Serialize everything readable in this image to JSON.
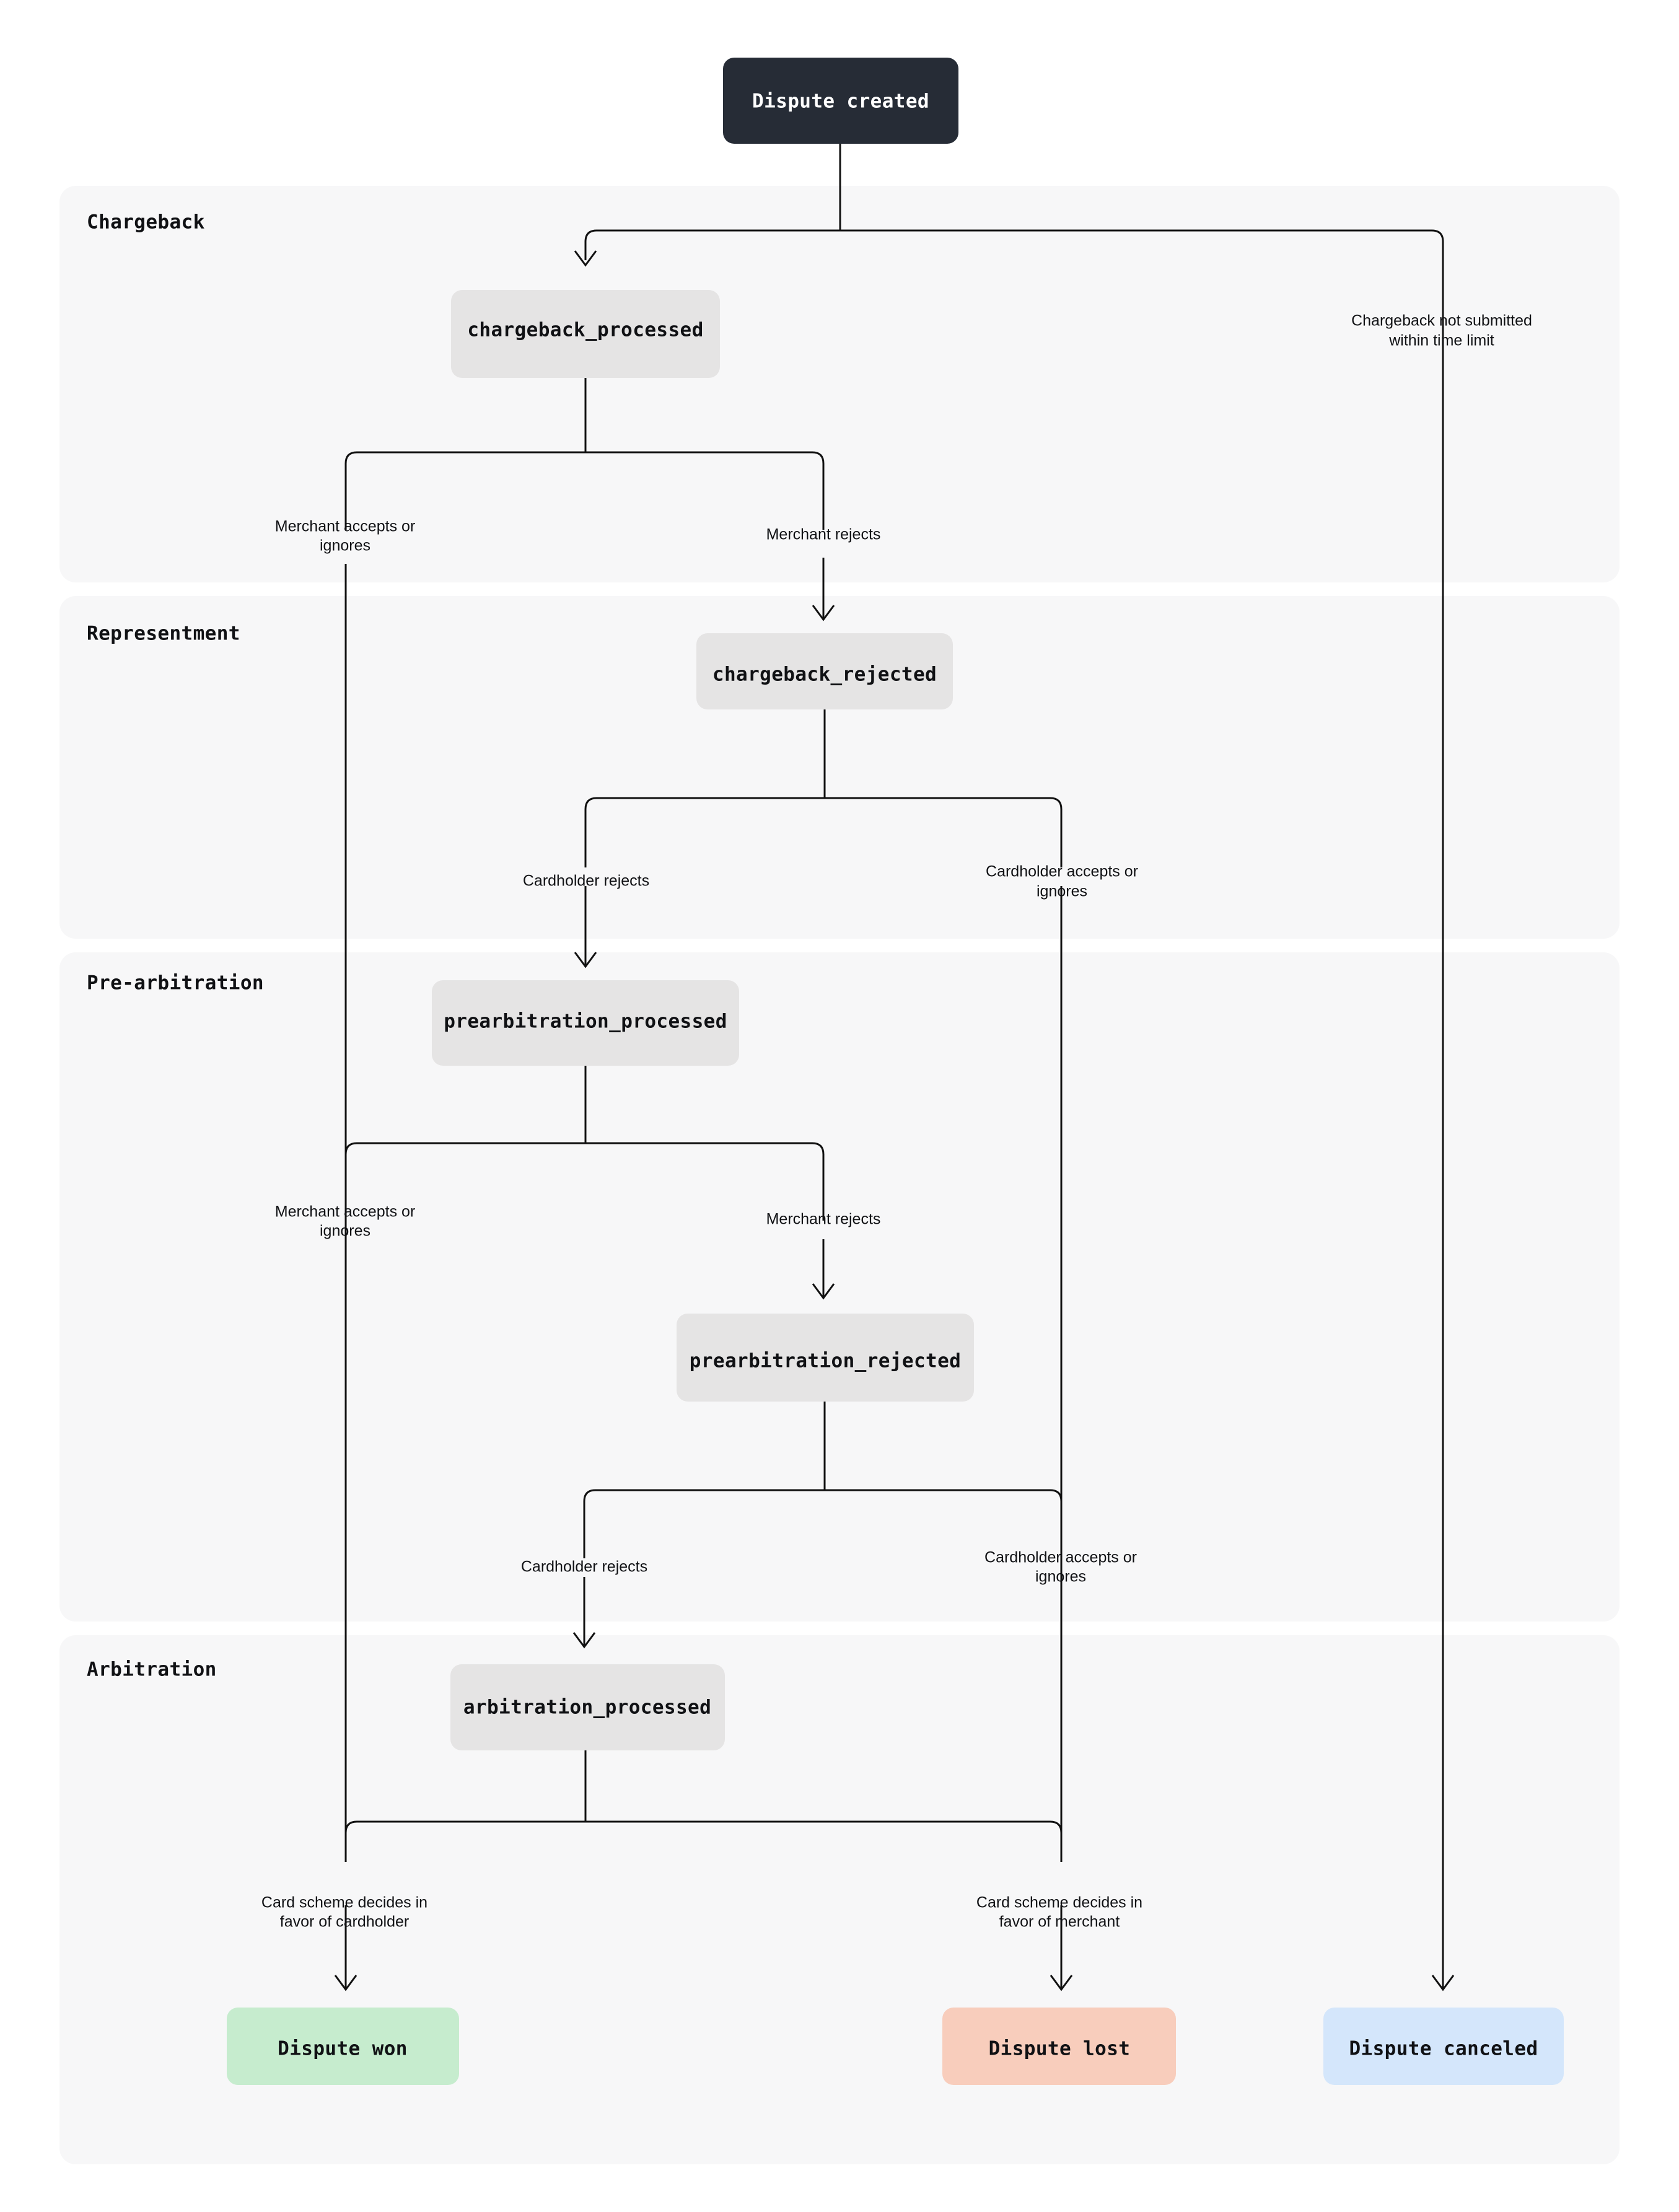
{
  "diagram": {
    "title_node": {
      "label": "Dispute created",
      "color": "#262c36",
      "text_color": "#ffffff"
    },
    "sections": [
      {
        "id": "chargeback",
        "label": "Chargeback"
      },
      {
        "id": "representment",
        "label": "Representment"
      },
      {
        "id": "prearbitration",
        "label": "Pre-arbitration"
      },
      {
        "id": "arbitration",
        "label": "Arbitration"
      }
    ],
    "nodes": [
      {
        "id": "chargeback_processed",
        "label": "chargeback_processed",
        "color": "#e5e4e4"
      },
      {
        "id": "chargeback_rejected",
        "label": "chargeback_rejected",
        "color": "#e5e4e4"
      },
      {
        "id": "prearbitration_processed",
        "label": "prearbitration_processed",
        "color": "#e5e4e4"
      },
      {
        "id": "prearbitration_rejected",
        "label": "prearbitration_rejected",
        "color": "#e5e4e4"
      },
      {
        "id": "arbitration_processed",
        "label": "arbitration_processed",
        "color": "#e5e4e4"
      }
    ],
    "outcomes": [
      {
        "id": "dispute_won",
        "label": "Dispute won",
        "color": "#c6ecce"
      },
      {
        "id": "dispute_lost",
        "label": "Dispute lost",
        "color": "#f8cdbc"
      },
      {
        "id": "dispute_canceled",
        "label": "Dispute canceled",
        "color": "#d4e6fb"
      }
    ],
    "edge_labels": [
      {
        "id": "chargeback_not_submitted",
        "line1": "Chargeback not submitted",
        "line2": "within time limit"
      },
      {
        "id": "merchant_accepts_1",
        "line1": "Merchant accepts or",
        "line2": "ignores"
      },
      {
        "id": "merchant_rejects_1",
        "line1": "Merchant rejects",
        "line2": ""
      },
      {
        "id": "cardholder_rejects_1",
        "line1": "Cardholder rejects",
        "line2": ""
      },
      {
        "id": "cardholder_accepts_1",
        "line1": "Cardholder accepts or",
        "line2": "ignores"
      },
      {
        "id": "merchant_accepts_2",
        "line1": "Merchant accepts or",
        "line2": "ignores"
      },
      {
        "id": "merchant_rejects_2",
        "line1": "Merchant rejects",
        "line2": ""
      },
      {
        "id": "cardholder_rejects_2",
        "line1": "Cardholder rejects",
        "line2": ""
      },
      {
        "id": "cardholder_accepts_2",
        "line1": "Cardholder accepts or",
        "line2": "ignores"
      },
      {
        "id": "scheme_favor_cardholder",
        "line1": "Card scheme decides in",
        "line2": "favor of cardholder"
      },
      {
        "id": "scheme_favor_merchant",
        "line1": "Card scheme decides in",
        "line2": "favor of merchant"
      }
    ],
    "palette": {
      "page_background": "#ffffff",
      "panel_background": "#f7f7f8",
      "node_gray": "#e5e4e4",
      "node_dark": "#262c36",
      "outcome_won": "#c6ecce",
      "outcome_lost": "#f8cdbc",
      "outcome_canceled": "#d4e6fb",
      "stroke": "#111111",
      "text": "#101114"
    }
  }
}
